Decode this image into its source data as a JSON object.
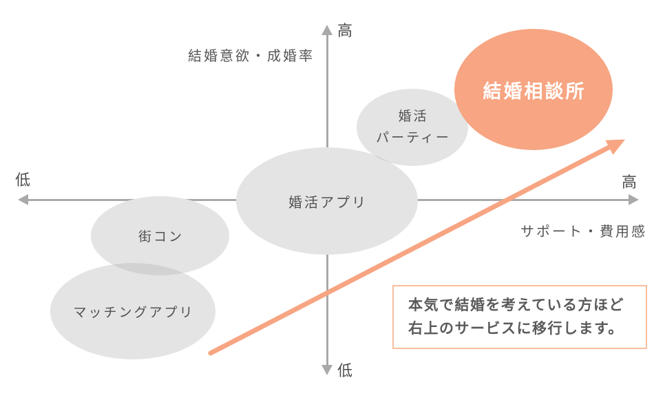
{
  "diagram": {
    "y_axis": {
      "title": "結婚意欲・成婚率",
      "top_label": "高",
      "bottom_label": "低"
    },
    "x_axis": {
      "title": "サポート・費用感",
      "left_label": "低",
      "right_label": "高"
    },
    "bubbles": [
      {
        "id": "matching-app",
        "label": "マッチングアプリ",
        "color": "gray"
      },
      {
        "id": "machikon",
        "label": "街コン",
        "color": "gray"
      },
      {
        "id": "konkatsu-app",
        "label": "婚活アプリ",
        "color": "gray"
      },
      {
        "id": "konkatsu-party",
        "label_lines": [
          "婚活",
          "パーティー"
        ],
        "color": "gray"
      },
      {
        "id": "marriage-agency",
        "label": "結婚相談所",
        "color": "accent"
      }
    ],
    "trend_arrow": {
      "direction": "bottom-left-to-top-right"
    },
    "note": {
      "lines": [
        "本気で結婚を考えている方ほど",
        "右上のサービスに移行します。"
      ]
    },
    "colors": {
      "accent": "#F7A582",
      "bubble": "#E4E4E4",
      "bubble_overlap": "#D2D2D2",
      "axis": "#A9A9A9",
      "note_border": "#F9BD9D",
      "label_text": "#555555",
      "bubble_text": "#505050",
      "agency_text": "#FFFFFF"
    }
  }
}
